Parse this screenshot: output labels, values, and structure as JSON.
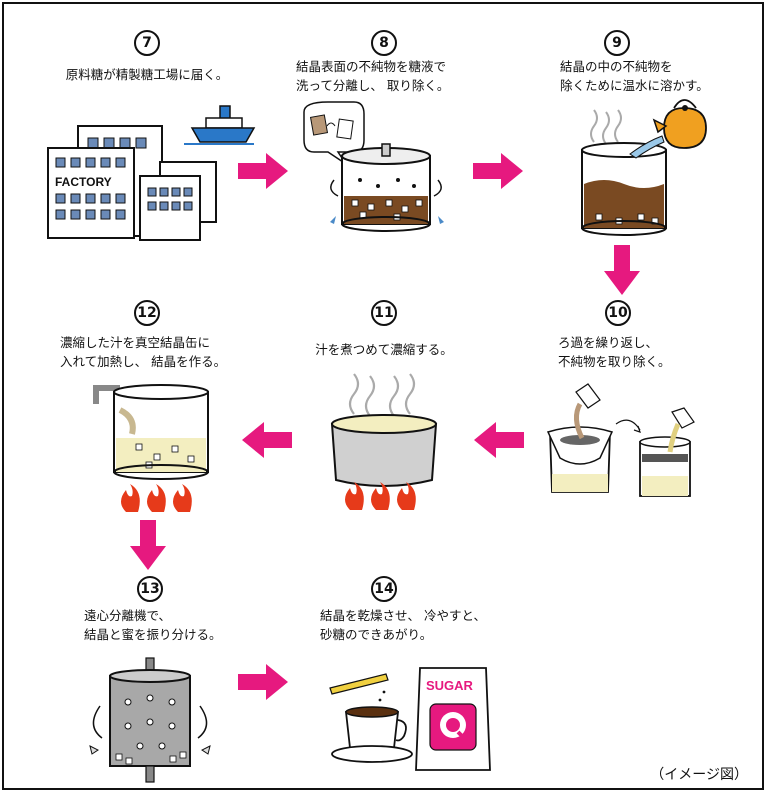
{
  "steps": [
    {
      "id": "s7",
      "number": "7",
      "caption": "原料糖が精製糖工場に届く。"
    },
    {
      "id": "s8",
      "number": "8",
      "caption": "結晶表面の不純物を糖液で\n洗って分離し、 取り除く。"
    },
    {
      "id": "s9",
      "number": "9",
      "caption": "結晶の中の不純物を\n除くために温水に溶かす。"
    },
    {
      "id": "s10",
      "number": "10",
      "caption": "ろ過を繰り返し、\n不純物を取り除く。"
    },
    {
      "id": "s11",
      "number": "11",
      "caption": "汁を煮つめて濃縮する。"
    },
    {
      "id": "s12",
      "number": "12",
      "caption": "濃縮した汁を真空結晶缶に\n入れて加熱し、 結晶を作る。"
    },
    {
      "id": "s13",
      "number": "13",
      "caption": "遠心分離機で、\n結晶と蜜を振り分ける。"
    },
    {
      "id": "s14",
      "number": "14",
      "caption": "結晶を乾燥させ、 冷やすと、\n砂糖のできあがり。"
    }
  ],
  "labels": {
    "factory": "FACTORY",
    "sugar": "SUGAR"
  },
  "note": "（イメージ図）",
  "colors": {
    "arrow": "#e6197f",
    "liquid_dark": "#7a4a22",
    "kettle": "#f0a020",
    "water_blue": "#9ac8e8"
  }
}
